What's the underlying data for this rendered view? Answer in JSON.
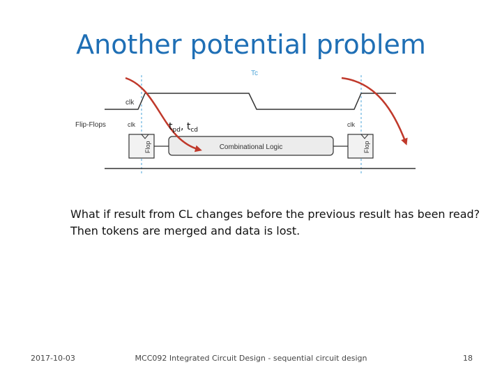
{
  "slide": {
    "title": "Another potential problem",
    "body_lines": [
      "What if result from CL changes before the previous result has been read?",
      "Then tokens are merged and data is lost."
    ],
    "footer": {
      "date": "2017-10-03",
      "course": "MCC092 Integrated Circuit Design - sequential circuit design",
      "page": "18"
    }
  },
  "diagram": {
    "tc_label": "Tc",
    "clk_signal_label": "clk",
    "flipflops_label": "Flip-Flops",
    "clk_left_label": "clk",
    "clk_right_label": "clk",
    "flop_left_label": "Flop",
    "flop_right_label": "Flop",
    "comb_logic_label": "Combinational Logic",
    "tpd_main": "t",
    "tpd_sub": "pd",
    "separator": ", ",
    "tcd_main": "t",
    "tcd_sub": "cd",
    "colors": {
      "arrow": "#c0392b",
      "dashed": "#4aa3d8",
      "title": "#1f6fb5"
    }
  }
}
